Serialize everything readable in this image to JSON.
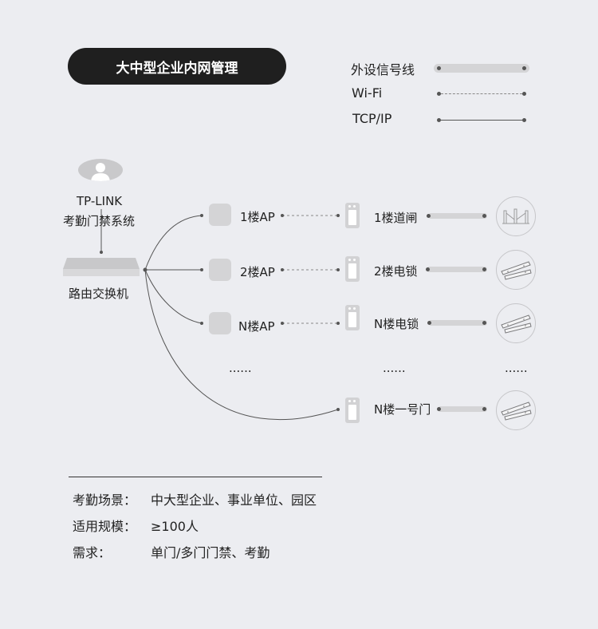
{
  "title": "大中型企业内网管理",
  "legend": [
    {
      "label": "外设信号线"
    },
    {
      "label": "Wi-Fi"
    },
    {
      "label": "TCP/IP"
    }
  ],
  "server": {
    "line1": "TP-LINK",
    "line2": "考勤门禁系统"
  },
  "router": {
    "label": "路由交换机"
  },
  "aps": [
    {
      "label": "1楼AP"
    },
    {
      "label": "2楼AP"
    },
    {
      "label": "N楼AP"
    }
  ],
  "devices": [
    {
      "label": "1楼道闸"
    },
    {
      "label": "2楼电锁"
    },
    {
      "label": "N楼电锁"
    },
    {
      "label": "N楼一号门"
    }
  ],
  "ellipsis": "......",
  "info": [
    {
      "label": "考勤场景：",
      "value": "中大型企业、事业单位、园区"
    },
    {
      "label": "适用规模：",
      "value": "≥100人"
    },
    {
      "label": "需求：",
      "value": "单门/多门门禁、考勤"
    }
  ]
}
